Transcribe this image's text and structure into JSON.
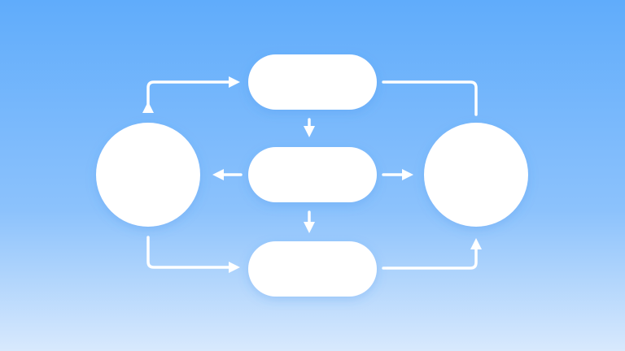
{
  "diagram": {
    "colors": {
      "background_top": "#60acfb",
      "background_bottom": "#d8e9fd",
      "node_fill": "#ffffff",
      "connector": "#ffffff"
    },
    "nodes": [
      {
        "id": "left-circle",
        "shape": "circle",
        "label": ""
      },
      {
        "id": "top-pill",
        "shape": "pill",
        "label": ""
      },
      {
        "id": "middle-pill",
        "shape": "pill",
        "label": ""
      },
      {
        "id": "bottom-pill",
        "shape": "pill",
        "label": ""
      },
      {
        "id": "right-circle",
        "shape": "circle",
        "label": ""
      }
    ],
    "edges": [
      {
        "from": "left-circle",
        "to": "top-pill",
        "bidirectional": true
      },
      {
        "from": "top-pill",
        "to": "middle-pill"
      },
      {
        "from": "middle-pill",
        "to": "left-circle"
      },
      {
        "from": "middle-pill",
        "to": "right-circle"
      },
      {
        "from": "middle-pill",
        "to": "bottom-pill"
      },
      {
        "from": "left-circle",
        "to": "bottom-pill"
      },
      {
        "from": "top-pill",
        "to": "right-circle",
        "arrowhead": false
      },
      {
        "from": "bottom-pill",
        "to": "right-circle"
      }
    ]
  }
}
